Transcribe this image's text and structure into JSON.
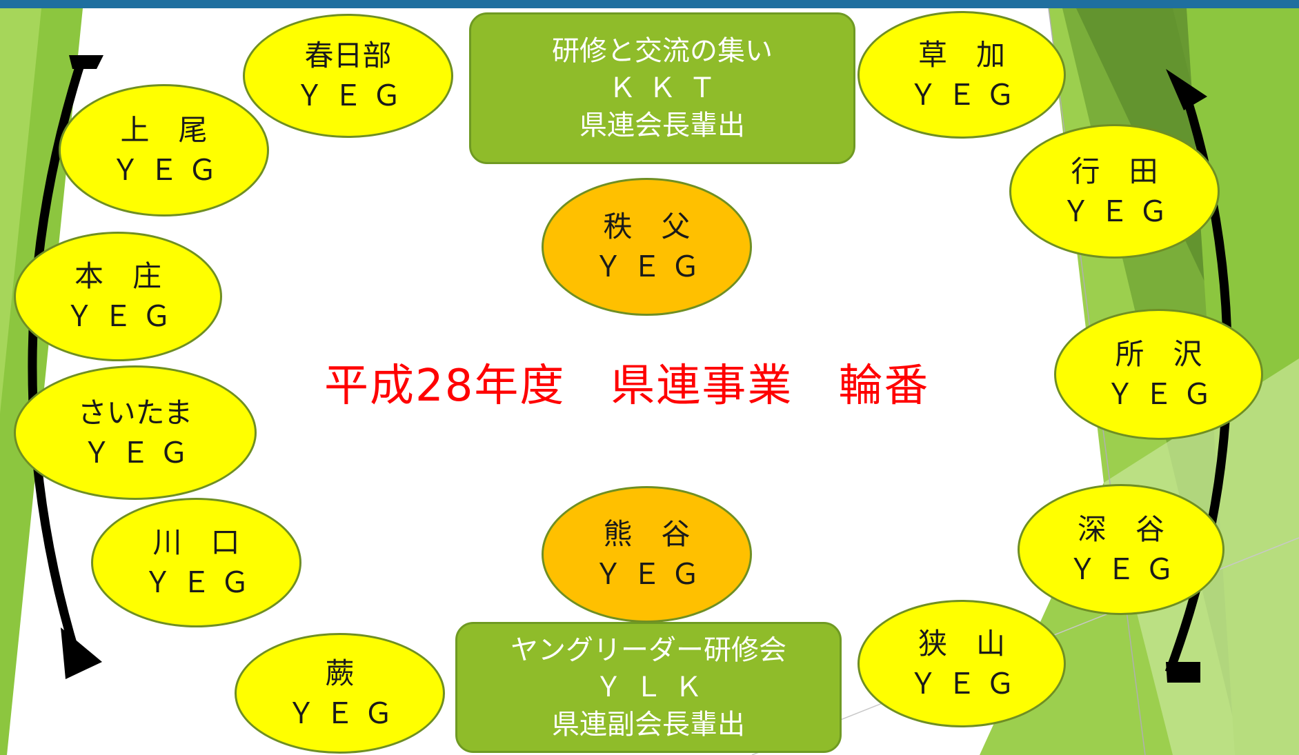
{
  "title": "平成28年度　県連事業　輪番",
  "colors": {
    "node_yellow": "#ffff00",
    "node_orange": "#ffc000",
    "box_green": "#8fbc2a",
    "title_red": "#ff0000",
    "background_green": "#8cc63f",
    "top_bar": "#1f6f9f"
  },
  "boxes": {
    "kkt": {
      "line1": "研修と交流の集い",
      "line2": "ＫＫＴ",
      "line3": "県連会長輩出"
    },
    "ylk": {
      "line1": "ヤングリーダー研修会",
      "line2": "ＹＬＫ",
      "line3": "県連副会長輩出"
    }
  },
  "nodes": {
    "kasukabe": {
      "name": "春日部",
      "suffix": "ＹＥＧ"
    },
    "ageo": {
      "name": "上　尾",
      "suffix": "ＹＥＧ"
    },
    "honjo": {
      "name": "本　庄",
      "suffix": "ＹＥＧ"
    },
    "saitama": {
      "name": "さいたま",
      "suffix": "ＹＥＧ"
    },
    "kawaguchi": {
      "name": "川　口",
      "suffix": "ＹＥＧ"
    },
    "warabi": {
      "name": "蕨",
      "suffix": "ＹＥＧ"
    },
    "soka": {
      "name": "草　加",
      "suffix": "ＹＥＧ"
    },
    "gyoda": {
      "name": "行　田",
      "suffix": "ＹＥＧ"
    },
    "tokorozawa": {
      "name": "所　沢",
      "suffix": "ＹＥＧ"
    },
    "fukaya": {
      "name": "深　谷",
      "suffix": "ＹＥＧ"
    },
    "sayama": {
      "name": "狭　山",
      "suffix": "ＹＥＧ"
    },
    "chichibu": {
      "name": "秩　父",
      "suffix": "ＹＥＧ"
    },
    "kumagaya": {
      "name": "熊　谷",
      "suffix": "ＹＥＧ"
    }
  }
}
